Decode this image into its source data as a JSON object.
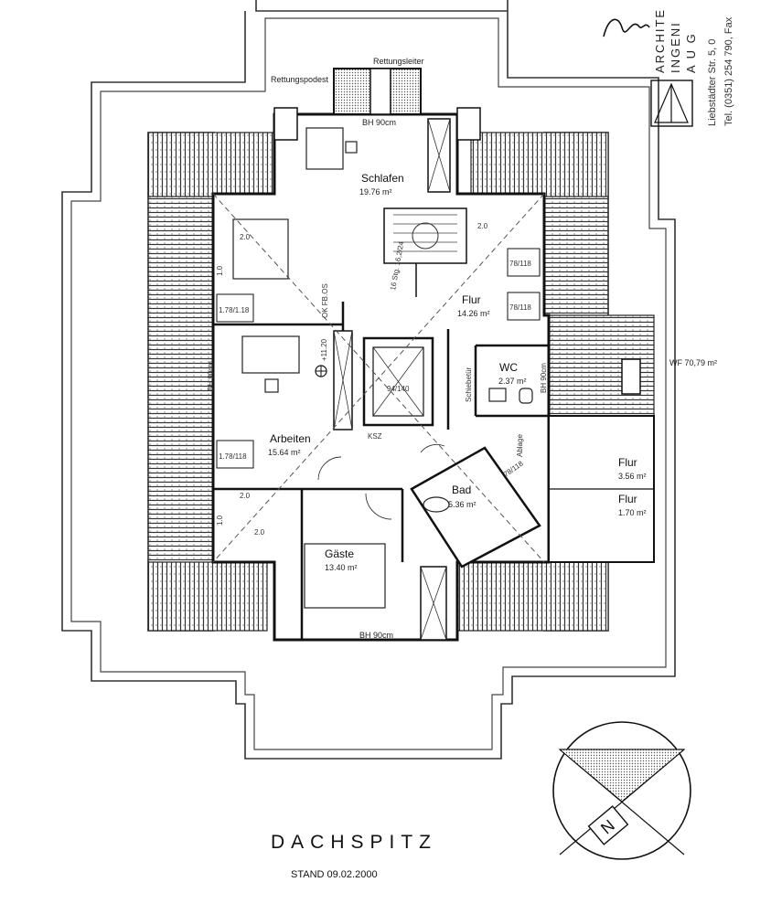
{
  "title": "DACHSPITZ",
  "stand": "STAND 09.02.2000",
  "firm": {
    "line1": "ARCHITE",
    "line2": "INGENI",
    "line3": "A U G",
    "address": "Liebstädter Str. 5, 0",
    "phone": "Tel. (0351) 254 790, Fax"
  },
  "labels": {
    "rettungsleiter": "Rettungsleiter",
    "rettungspodest": "Rettungspodest",
    "bh_top": "BH 90cm",
    "bh_bottom": "BH 90cm",
    "bh_left": "BH 90cm",
    "bh_wc": "BH 90cm",
    "schiebetuer": "Schiebetür",
    "ablage": "Ablage",
    "stair": "16 Stg. 16,2/24",
    "window_left": "1.78/1.18",
    "window_right1": "78/118",
    "window_right2": "78/118",
    "window_arbeiten": "1.78/118",
    "window_bad": "78/118",
    "roof_window": "94/140",
    "floor_level": "+11.20",
    "ok_fb": "OK FB.OS",
    "dim_20": "2.0",
    "dim_10": "1.0",
    "kitchen_box": "KSZ"
  },
  "rooms": [
    {
      "name": "Schlafen",
      "area": "19.76 m²"
    },
    {
      "name": "Flur",
      "area": "14.26 m²"
    },
    {
      "name": "WC",
      "area": "2.37 m²"
    },
    {
      "name": "Arbeiten",
      "area": "15.64 m²"
    },
    {
      "name": "Bad",
      "area": "5.36 m²"
    },
    {
      "name": "Gäste",
      "area": "13.40 m²"
    },
    {
      "name": "Flur",
      "area": "3.56 m²"
    },
    {
      "name": "Flur",
      "area": "1.70 m²"
    }
  ],
  "wf": "WF 70,79 m²",
  "compass_letter": "N"
}
